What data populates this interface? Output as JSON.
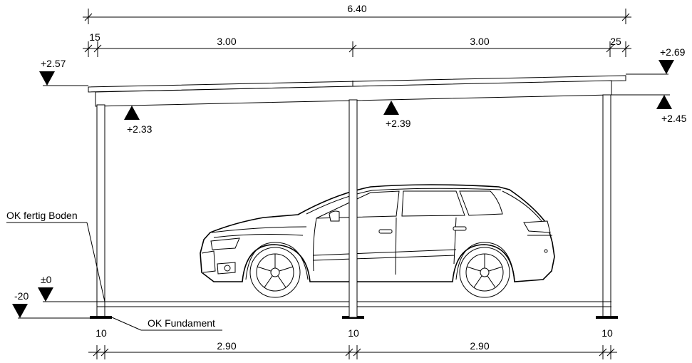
{
  "dimensions": {
    "overall": "6.40",
    "top_left_offset": "15",
    "top_span_1": "3.00",
    "top_span_2": "3.00",
    "top_right_offset": "25",
    "bottom_post_1": "10",
    "bottom_post_2": "10",
    "bottom_post_3": "10",
    "bottom_span_1": "2.90",
    "bottom_span_2": "2.90"
  },
  "levels": {
    "roof_left_top": "+2.57",
    "roof_right_top": "+2.69",
    "underside_left": "+2.33",
    "underside_middle": "+2.39",
    "underside_right": "+2.45",
    "floor": "±0",
    "foundation": "-20"
  },
  "labels": {
    "floor_label": "OK fertig Boden",
    "foundation_label": "OK Fundament"
  }
}
